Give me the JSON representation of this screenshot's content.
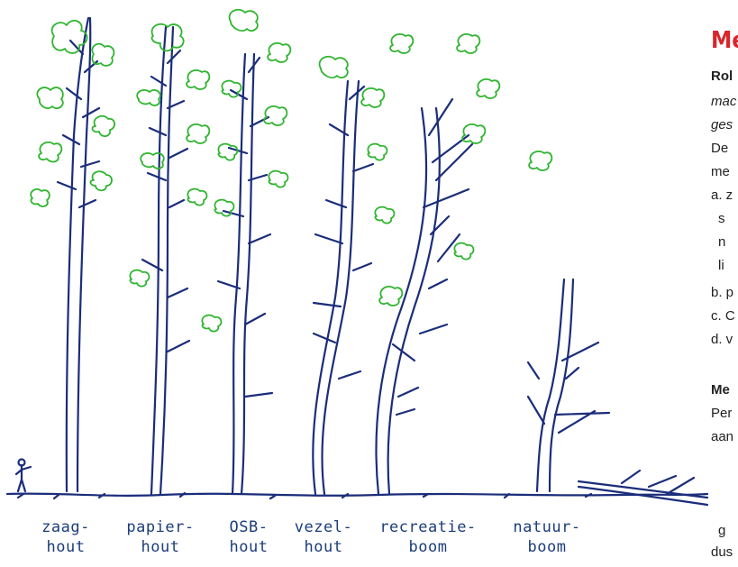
{
  "labels": [
    {
      "line1": "zaag-",
      "line2": "hout"
    },
    {
      "line1": "papier-",
      "line2": "hout"
    },
    {
      "line1": "OSB-",
      "line2": "hout"
    },
    {
      "line1": "vezel-",
      "line2": "hout"
    },
    {
      "line1": "recreatie-",
      "line2": "boom"
    },
    {
      "line1": "natuur-",
      "line2": "boom"
    }
  ],
  "side_text": {
    "title": "Me",
    "l1": "Rol",
    "l2": "mac",
    "l3": "ges",
    "l4": "De",
    "l5": "me",
    "l6": "a. z",
    "l7": "s",
    "l8": "n",
    "l9": "li",
    "l10": "b. p",
    "l11": "c. C",
    "l12": "d. v",
    "l13": "Me",
    "l14": "Per",
    "l15": "aan",
    "l16": "g",
    "l17": "dus"
  },
  "colors": {
    "ink": "#1b2d7a",
    "foliage": "#2fb52f",
    "title": "#d8262c"
  }
}
